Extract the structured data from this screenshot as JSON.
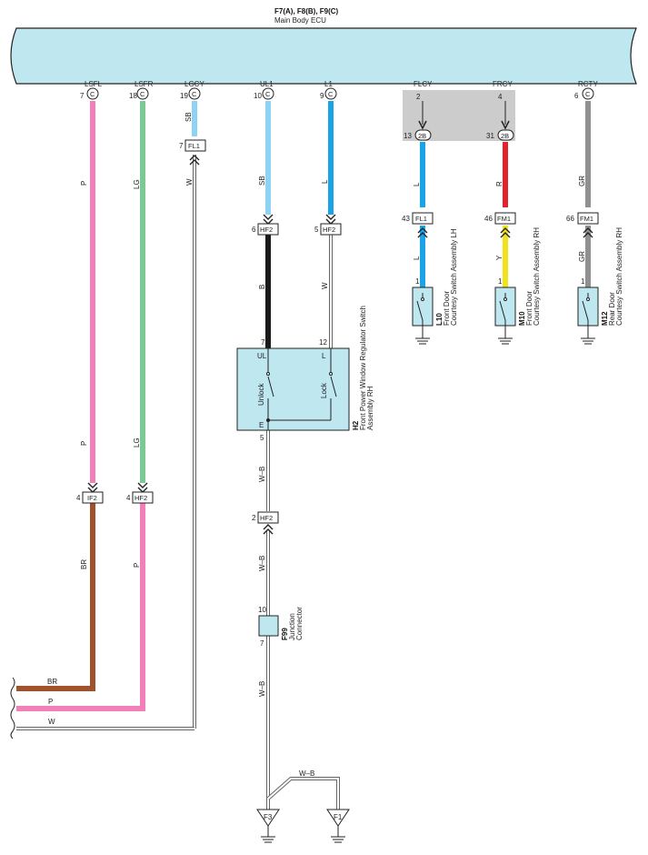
{
  "ecu": {
    "title": "F7(A), F8(B), F9(C)",
    "subtitle": "Main Body ECU",
    "fill": "#bfe7f0",
    "pins": [
      {
        "name": "LSFL",
        "num": "7",
        "conn": "C"
      },
      {
        "name": "LSFR",
        "num": "18",
        "conn": "C"
      },
      {
        "name": "LGCY",
        "num": "19",
        "conn": "C"
      },
      {
        "name": "UL1",
        "num": "10",
        "conn": "C"
      },
      {
        "name": "L1",
        "num": "9",
        "conn": "C"
      },
      {
        "name": "FLCY",
        "num": "2",
        "conn": ""
      },
      {
        "name": "FRCY",
        "num": "4",
        "conn": ""
      },
      {
        "name": "RCTY",
        "num": "6",
        "conn": "C"
      }
    ]
  },
  "colors": {
    "P": "#f27fb8",
    "LG": "#7cc995",
    "SB": "#8fd3f4",
    "L": "#1aa3e6",
    "R": "#e4222b",
    "GR": "#909090",
    "Y": "#f2e21a",
    "B": "#1a1a1a",
    "BR": "#a0522d",
    "W": "#ffffff",
    "WB": "#ffffff",
    "junction_fill": "#cccccc"
  },
  "wire_labels": {
    "lsfl_top": "P",
    "lsfr_top": "LG",
    "lgcy_top": "SB",
    "ul1_top": "SB",
    "l1_top": "L",
    "flcy_top": "L",
    "frcy_top": "R",
    "rcty_top": "GR",
    "lgcy_mid": "W",
    "ul1_mid": "B",
    "l1_mid": "W",
    "flcy_bot": "L",
    "frcy_bot": "Y",
    "rcty_bot": "GR",
    "lsfl_mid": "P",
    "lsfr_mid": "LG",
    "lsfl_bot": "BR",
    "lsfr_bot": "P",
    "e_wire1": "W–B",
    "e_wire2": "W–B",
    "e_wire3": "W–B",
    "f1_wire": "W–B",
    "bottom_br": "BR",
    "bottom_p": "P",
    "bottom_w": "W"
  },
  "junction": {
    "left": "13",
    "left_conn": "2B",
    "right": "31",
    "right_conn": "2B"
  },
  "connectors": {
    "fl1_lgcy": {
      "num": "7",
      "name": "FL1"
    },
    "hf2_ul1": {
      "num": "6",
      "name": "HF2"
    },
    "hf2_l1": {
      "num": "5",
      "name": "HF2"
    },
    "fl1_flcy": {
      "num": "43",
      "name": "FL1"
    },
    "fm1_frcy": {
      "num": "46",
      "name": "FM1"
    },
    "fm1_rcty": {
      "num": "66",
      "name": "FM1"
    },
    "if2_lsfl": {
      "num": "4",
      "name": "IF2"
    },
    "hf2_lsfr": {
      "num": "4",
      "name": "HF2"
    },
    "hf2_e": {
      "num": "2",
      "name": "HF2"
    }
  },
  "courtesy": [
    {
      "pin": "1",
      "code": "L10",
      "line1": "Front Door",
      "line2": "Courtesy Switch Assembly LH"
    },
    {
      "pin": "1",
      "code": "M10",
      "line1": "Front Door",
      "line2": "Courtesy Switch Assembly RH"
    },
    {
      "pin": "1",
      "code": "M12",
      "line1": "Rear Door",
      "line2": "Courtesy Switch Assembly RH"
    }
  ],
  "regulator": {
    "code": "H2",
    "line1": "Front Power Window Regulator Switch",
    "line2": "Assembly RH",
    "pin_ul": "7",
    "pin_l": "12",
    "pin_e": "5",
    "term_ul": "UL",
    "term_l": "L",
    "term_e": "E",
    "sw_unlock": "Unlock",
    "sw_lock": "Lock"
  },
  "f99": {
    "code": "F99",
    "line1": "Junction",
    "line2": "Connector",
    "pin_top": "10",
    "pin_bot": "7"
  },
  "grounds": {
    "f3": "F3",
    "f1": "F1"
  }
}
